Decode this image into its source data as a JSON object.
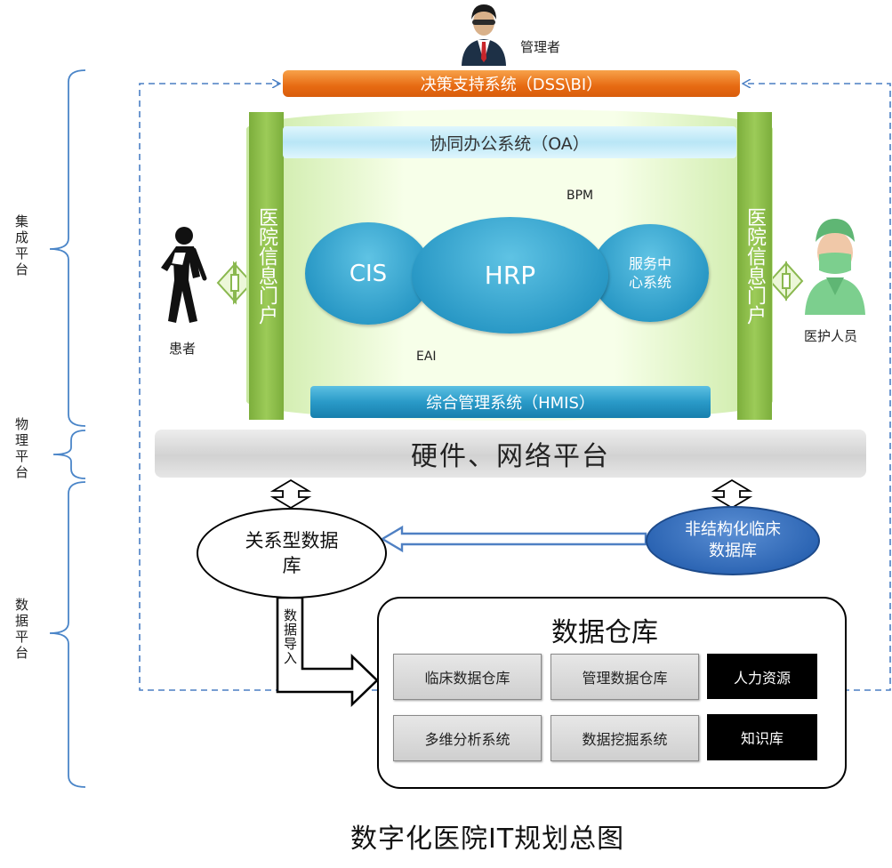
{
  "top": {
    "manager_label": "管理者",
    "dss_label": "决策支持系统（DSS\\BI）"
  },
  "integration": {
    "oa_label": "协同办公系统（OA）",
    "hmis_label": "综合管理系统（HMIS）",
    "bpm_label": "BPM",
    "eai_label": "EAI",
    "cis_label": "CIS",
    "hrp_label": "HRP",
    "service_center_label": "服务中心系统",
    "portal_left_label": "医院信息门户",
    "portal_right_label": "医院信息门户",
    "patient_label": "患者",
    "medical_staff_label": "医护人员"
  },
  "physical": {
    "hardware_label": "硬件、网络平台"
  },
  "data": {
    "relational_db_label": "关系型数据库",
    "unstructured_db_label": "非结构化临床数据库",
    "import_label": "数据导入",
    "warehouse_title": "数据仓库",
    "warehouse_cells": [
      "临床数据仓库",
      "管理数据仓库",
      "人力资源",
      "多维分析系统",
      "数据挖掘系统",
      "知识库"
    ]
  },
  "side_labels": {
    "integration": "集成平台",
    "physical": "物理平台",
    "data": "数据平台"
  },
  "footer": {
    "title": "数字化医院IT规划总图"
  },
  "colors": {
    "dss_orange": "#e76a12",
    "portal_green": "#8cbf48",
    "ellipse_blue": "#2a99c6",
    "unstructured_blue": "#2a63b2",
    "dashed_line_blue": "#4a7fc4",
    "bracket_blue": "#4a85c8"
  }
}
